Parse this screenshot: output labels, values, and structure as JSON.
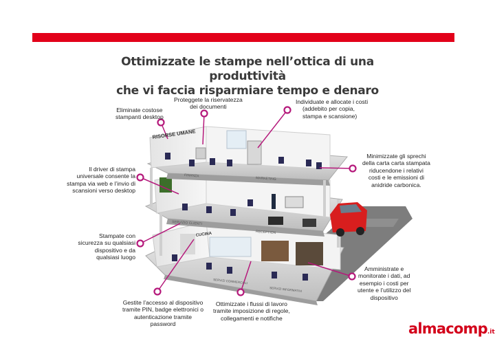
{
  "header": {
    "accent_color": "#e2001a"
  },
  "title": {
    "line1": "Ottimizzate le stampe nell’ottica di una produttività",
    "line2": "che vi faccia risparmiare tempo e denaro"
  },
  "callouts": {
    "desktop_printers": [
      "Eliminate costose",
      "stampanti desktop"
    ],
    "privacy": [
      "Proteggete la riservatezza",
      "dei documenti"
    ],
    "costs": [
      "Individuate e allocate i costi",
      "(addebito per copia,",
      "stampa e scansione)"
    ],
    "driver": [
      "Il driver di stampa",
      "universale consente la",
      "stampa via web e l’invio di",
      "scansioni verso desktop"
    ],
    "waste": [
      "Minimizzate gli sprechi",
      "della carta carta stampata",
      "riducendone i relativi",
      "costi e le emissioni di",
      "anidride carbonica."
    ],
    "secure_print": [
      "Stampate con",
      "sicurezza su qualsiasi",
      "dispositivo e da",
      "qualsiasi luogo"
    ],
    "manage": [
      "Amministrate e",
      "monitorate i dati, ad",
      "esempio i costi per",
      "utente e l’utilizzo del",
      "dispositivo"
    ],
    "access": [
      "Gestite l’accesso al dispositivo",
      "tramite PIN, badge elettronici o",
      "autenticazione tramite",
      "password"
    ],
    "workflow": [
      "Ottimizzate i flussi di lavoro",
      "tramite imposizione di regole,",
      "collegamenti e notifiche"
    ]
  },
  "room_labels": {
    "hr": "RISORSE UMANE",
    "finance": "FINANZA",
    "marketing": "MARKETING",
    "customer": "SERVIZIO CLIENTI",
    "reception": "RECEPTION",
    "kitchen": "CUCINA",
    "commercial": "SERVIZI COMMERCIALI",
    "it": "SERVIZI INFORMATIVI"
  },
  "brand": {
    "name": "almacomp",
    "tld": ".it",
    "color": "#d3001a"
  },
  "colors": {
    "callout_dot": "#b5197b",
    "van": "#d81e1e",
    "floor": "#d9d9d9"
  }
}
